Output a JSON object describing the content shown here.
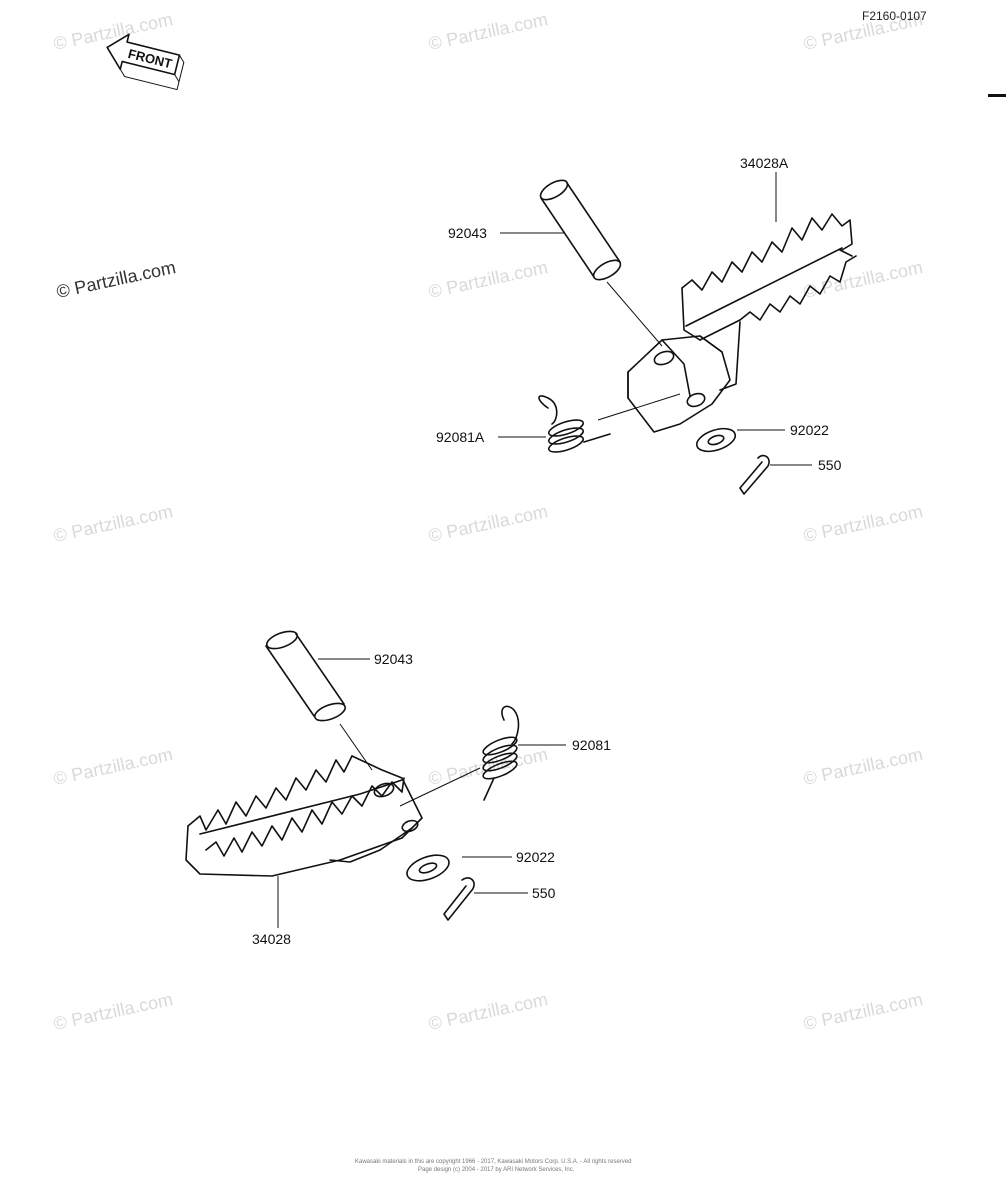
{
  "diagram_code": "F2160-0107",
  "front_label": "FRONT",
  "watermark": "© Partzilla.com",
  "upper_assembly": {
    "footpeg_label": "34028A",
    "pin_label": "92043",
    "spring_label": "92081A",
    "washer_label": "92022",
    "cotter_label": "550"
  },
  "lower_assembly": {
    "footpeg_label": "34028",
    "pin_label": "92043",
    "spring_label": "92081",
    "washer_label": "92022",
    "cotter_label": "550"
  },
  "footer": {
    "line1": "Kawasaki materials in this are copyright 1966 - 2017, Kawasaki Motors Corp. U.S.A. - All rights reserved",
    "line2": "Page design (c) 2004 - 2017 by ARI Network Services, Inc."
  }
}
